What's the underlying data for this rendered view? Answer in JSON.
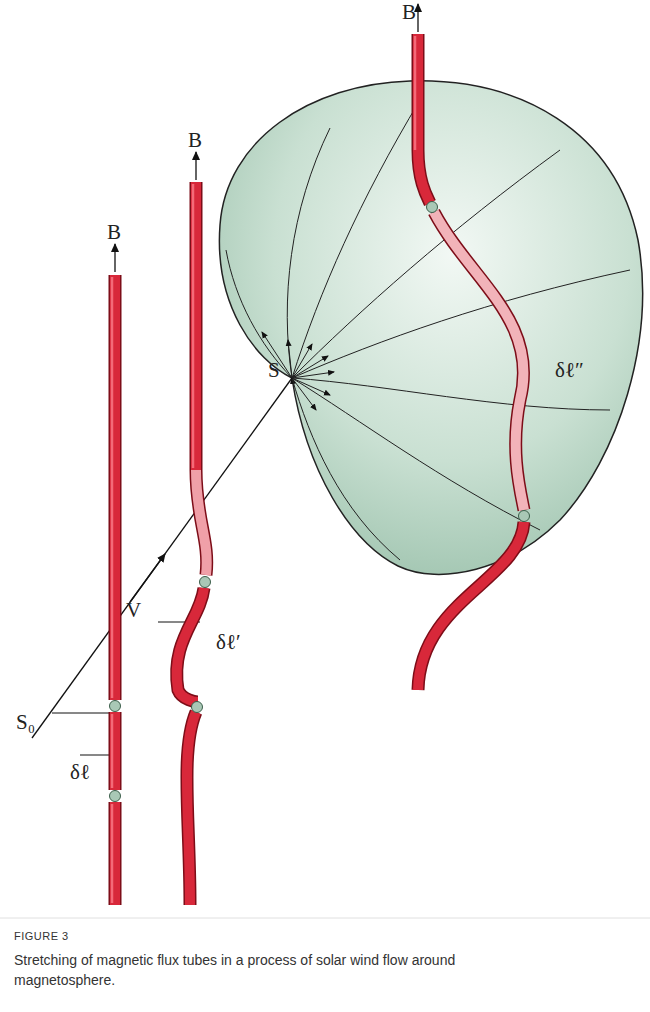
{
  "diagram": {
    "title": "FIGURE 3",
    "caption": "Stretching of magnetic flux tubes in a process of solar wind flow around magnetosphere.",
    "labels": [
      "B",
      "B",
      "B",
      "V",
      "S",
      "S₀",
      "δℓ",
      "δℓ′",
      "δℓ″"
    ]
  }
}
